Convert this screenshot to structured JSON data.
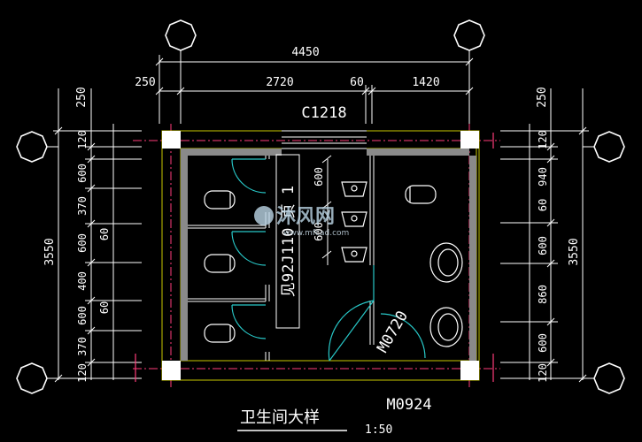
{
  "drawing": {
    "title": "卫生间大样",
    "scale": "1:50",
    "window_label": "C1218",
    "door_label_main": "M0924",
    "door_label_inner": "M0720",
    "reference_note": "见92J110 页 1",
    "watermark": "沐风网",
    "watermark_url": "www.mfcad.com",
    "colors": {
      "background": "#000000",
      "dimension": "#ffffff",
      "wall": "#8a8a8a",
      "door_arc": "#28c8c8",
      "axis": "#ff3c7a",
      "grid_line": "#c8c800",
      "fixture": "#ffffff"
    }
  },
  "top_dims": {
    "overall": "4450",
    "parts": [
      "250",
      "2720",
      "60",
      "1420"
    ]
  },
  "left_dims": {
    "overall": "3550",
    "top": "250",
    "outer": [
      "120",
      "600",
      "370",
      "600",
      "400",
      "600",
      "370",
      "120"
    ],
    "inner": [
      "60",
      "60"
    ]
  },
  "right_dims": {
    "overall": "3550",
    "top": "250",
    "outer": [
      "120",
      "940",
      "600",
      "860",
      "600",
      "120"
    ],
    "inner": [
      "60"
    ]
  },
  "middle_dims": {
    "urinal_spacing": [
      "600",
      "600"
    ]
  }
}
